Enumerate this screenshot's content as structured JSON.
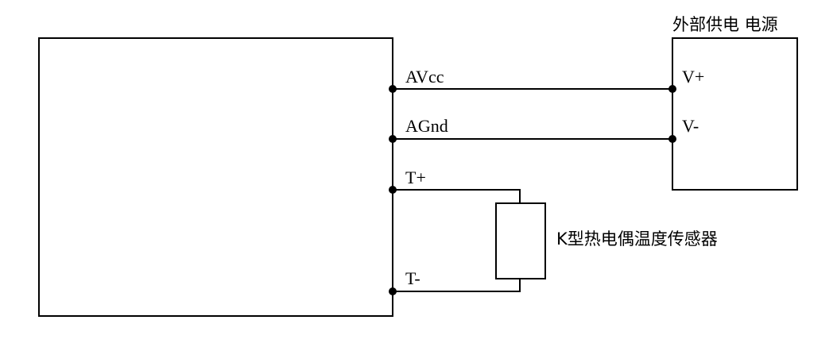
{
  "diagram": {
    "power_supply": {
      "title": "外部供电 电源",
      "pin_plus": "V+",
      "pin_minus": "V-"
    },
    "module": {
      "pin_avcc": "AVcc",
      "pin_agnd": "AGnd",
      "pin_tplus": "T+",
      "pin_tminus": "T-"
    },
    "sensor": {
      "label": "K型热电偶温度传感器"
    }
  }
}
